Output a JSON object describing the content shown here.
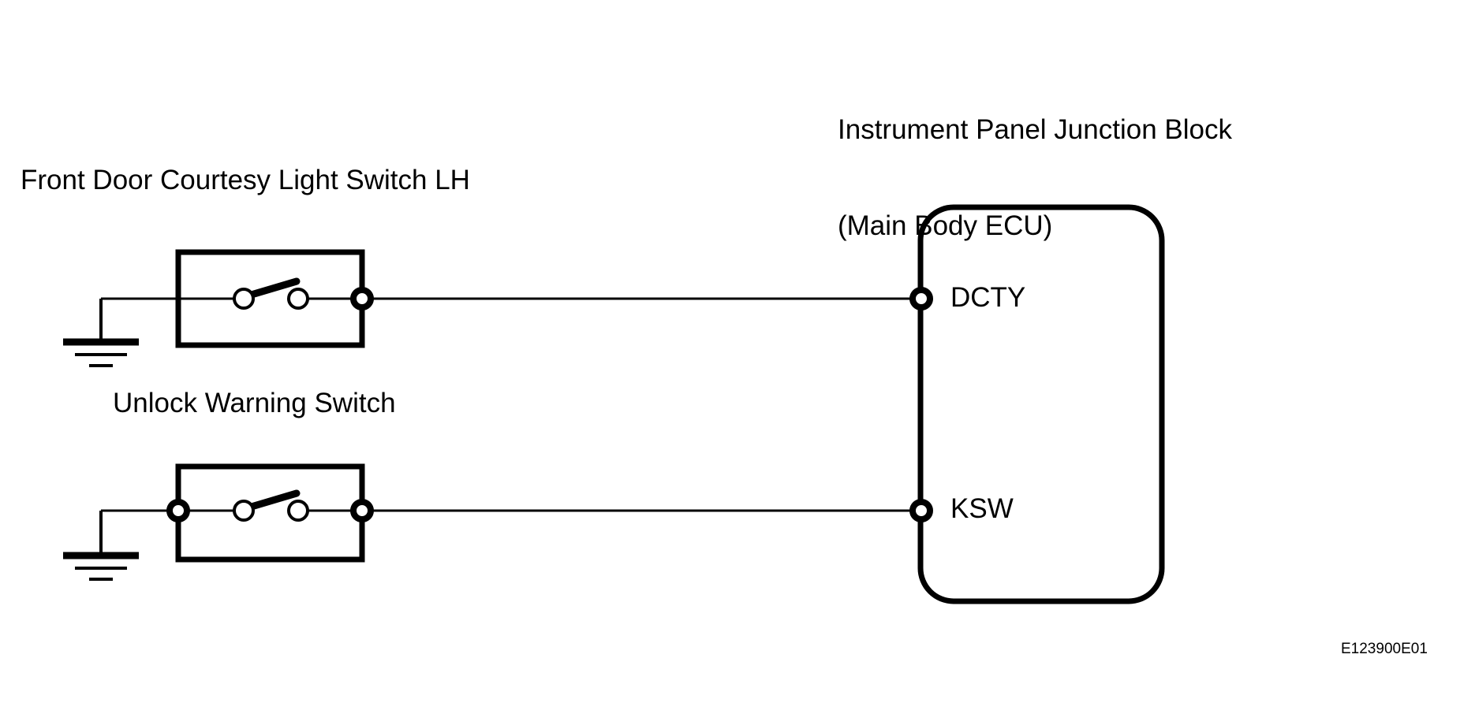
{
  "diagram": {
    "ecu": {
      "title_line1": "Instrument Panel Junction Block",
      "title_line2": "(Main Body ECU)",
      "terminals": [
        {
          "name": "DCTY"
        },
        {
          "name": "KSW"
        }
      ]
    },
    "components": [
      {
        "label": "Front Door Courtesy Light Switch LH",
        "type": "normally-open-switch",
        "ground": true,
        "terminal": "DCTY"
      },
      {
        "label": "Unlock Warning Switch",
        "type": "normally-open-switch",
        "ground": true,
        "terminal": "KSW"
      }
    ],
    "figure_code": "E123900E01",
    "colors": {
      "line": "#000000",
      "background": "#ffffff",
      "text": "#000000"
    }
  }
}
